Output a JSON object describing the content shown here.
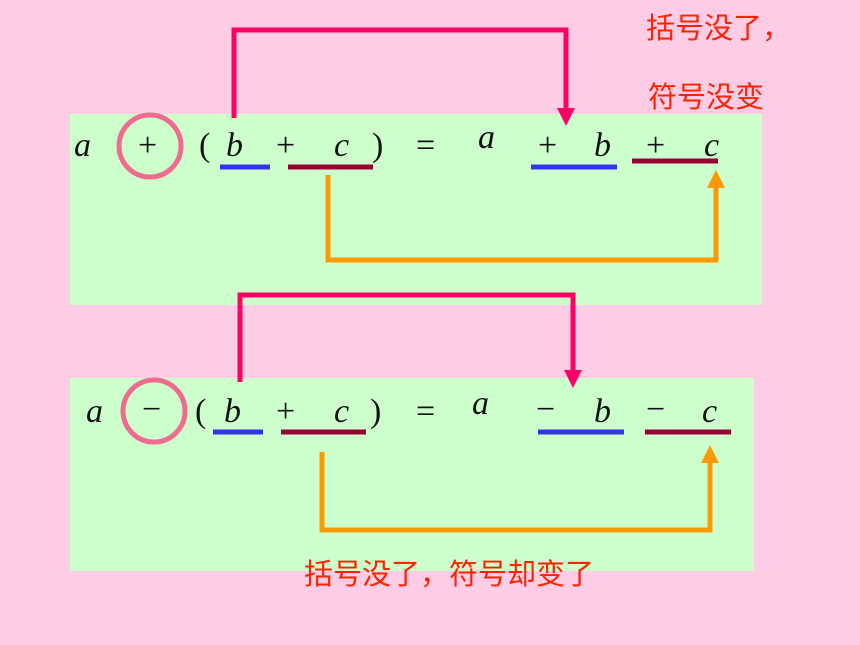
{
  "equation1": {
    "a": "a",
    "op": "+",
    "lparen": "(",
    "b": "b",
    "plus": "+",
    "c": "c",
    "rparen": ")",
    "eq": "=",
    "ra": "a",
    "rop1": "+",
    "rb": "b",
    "rop2": "+",
    "rc": "c"
  },
  "equation2": {
    "a": "a",
    "op": "−",
    "lparen": "(",
    "b": "b",
    "plus": "+",
    "c": "c",
    "rparen": ")",
    "eq": "=",
    "ra": "a",
    "rop1": "−",
    "rb": "b",
    "rop2": "−",
    "rc": "c"
  },
  "notes": {
    "top_line1": "括号没了，",
    "top_line2": "符号没变",
    "bottom": "括号没了，符号却变了"
  },
  "colors": {
    "background": "#ffcce6",
    "panel": "#ccffcc",
    "bracket_arrow": "#ff0066",
    "orange_arrow": "#ff9900",
    "circle": "#f06b8f",
    "underline_b": "#3333ee",
    "underline_c": "#990033",
    "note_text": "#ff2200"
  }
}
